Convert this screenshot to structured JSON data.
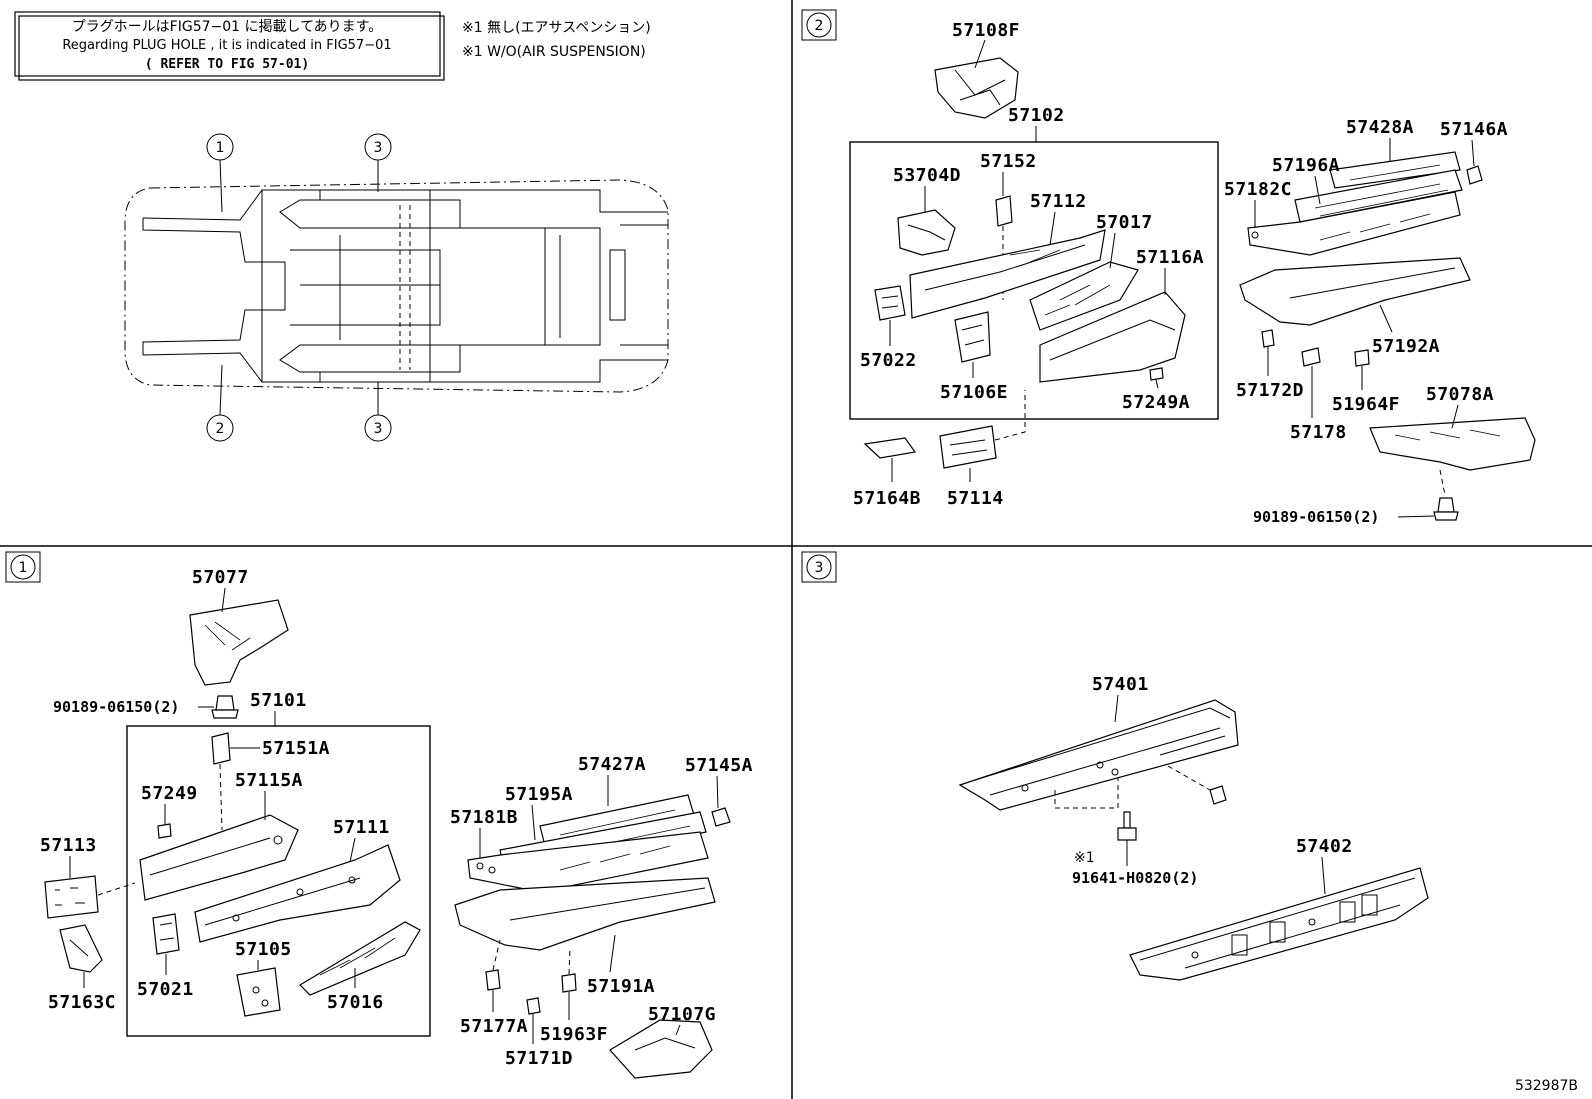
{
  "notes": {
    "plug_hole_jp": "プラグホールはFIG57−01 に掲載してあります。",
    "plug_hole_en": "Regarding PLUG HOLE , it is indicated in FIG57−01",
    "refer": "( REFER TO FIG 57-01)",
    "wo_air_jp": "※1 無し(エアサスペンション)",
    "wo_air_en": "※1 W/O(AIR SUSPENSION)"
  },
  "callouts": {
    "c1": "1",
    "c2": "2",
    "c3": "3"
  },
  "section2": {
    "p57108F": "57108F",
    "p57102": "57102",
    "p53704D": "53704D",
    "p57152": "57152",
    "p57112": "57112",
    "p57017": "57017",
    "p57116A": "57116A",
    "p57022": "57022",
    "p57106E": "57106E",
    "p57249A": "57249A",
    "p57164B": "57164B",
    "p57114": "57114",
    "p57428A": "57428A",
    "p57146A": "57146A",
    "p57196A": "57196A",
    "p57182C": "57182C",
    "p57192A": "57192A",
    "p57172D": "57172D",
    "p51964F": "51964F",
    "p57078A": "57078A",
    "p57178": "57178",
    "p90189": "90189-06150(2)"
  },
  "section1": {
    "p57077": "57077",
    "p90189": "90189-06150(2)",
    "p57101": "57101",
    "p57151A": "57151A",
    "p57249": "57249",
    "p57115A": "57115A",
    "p57113": "57113",
    "p57111": "57111",
    "p57105": "57105",
    "p57021": "57021",
    "p57163C": "57163C",
    "p57016": "57016",
    "p57427A": "57427A",
    "p57145A": "57145A",
    "p57195A": "57195A",
    "p57181B": "57181B",
    "p57191A": "57191A",
    "p57177A": "57177A",
    "p51963F": "51963F",
    "p57171D": "57171D",
    "p57107G": "57107G"
  },
  "section3": {
    "p57401": "57401",
    "p57402": "57402",
    "note_mark": "※1",
    "p91641": "91641-H0820(2)"
  },
  "figure_id": "532987B"
}
